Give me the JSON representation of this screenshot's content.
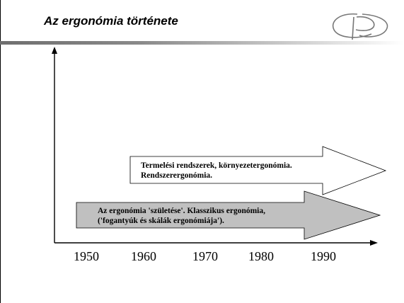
{
  "header": {
    "title": "Az ergonómia története",
    "logo_icon": "stylized-p-logo"
  },
  "timeline": {
    "years": [
      "1950",
      "1960",
      "1970",
      "1980",
      "1990"
    ]
  },
  "arrows": [
    {
      "line1": "Termelési rendszerek, környezetergonómia.",
      "line2": "Rendszerergonómia.",
      "fill": "#ffffff"
    },
    {
      "line1": "Az ergonómia 'születése'. Klasszikus ergonómia,",
      "line2": "('fogantyúk és skálák ergonómiája').",
      "fill": "#c0c0c0"
    }
  ],
  "colors": {
    "header_bar_start": "#6f6f6f",
    "header_bar_end": "#ffffff",
    "lines": "#000000"
  }
}
